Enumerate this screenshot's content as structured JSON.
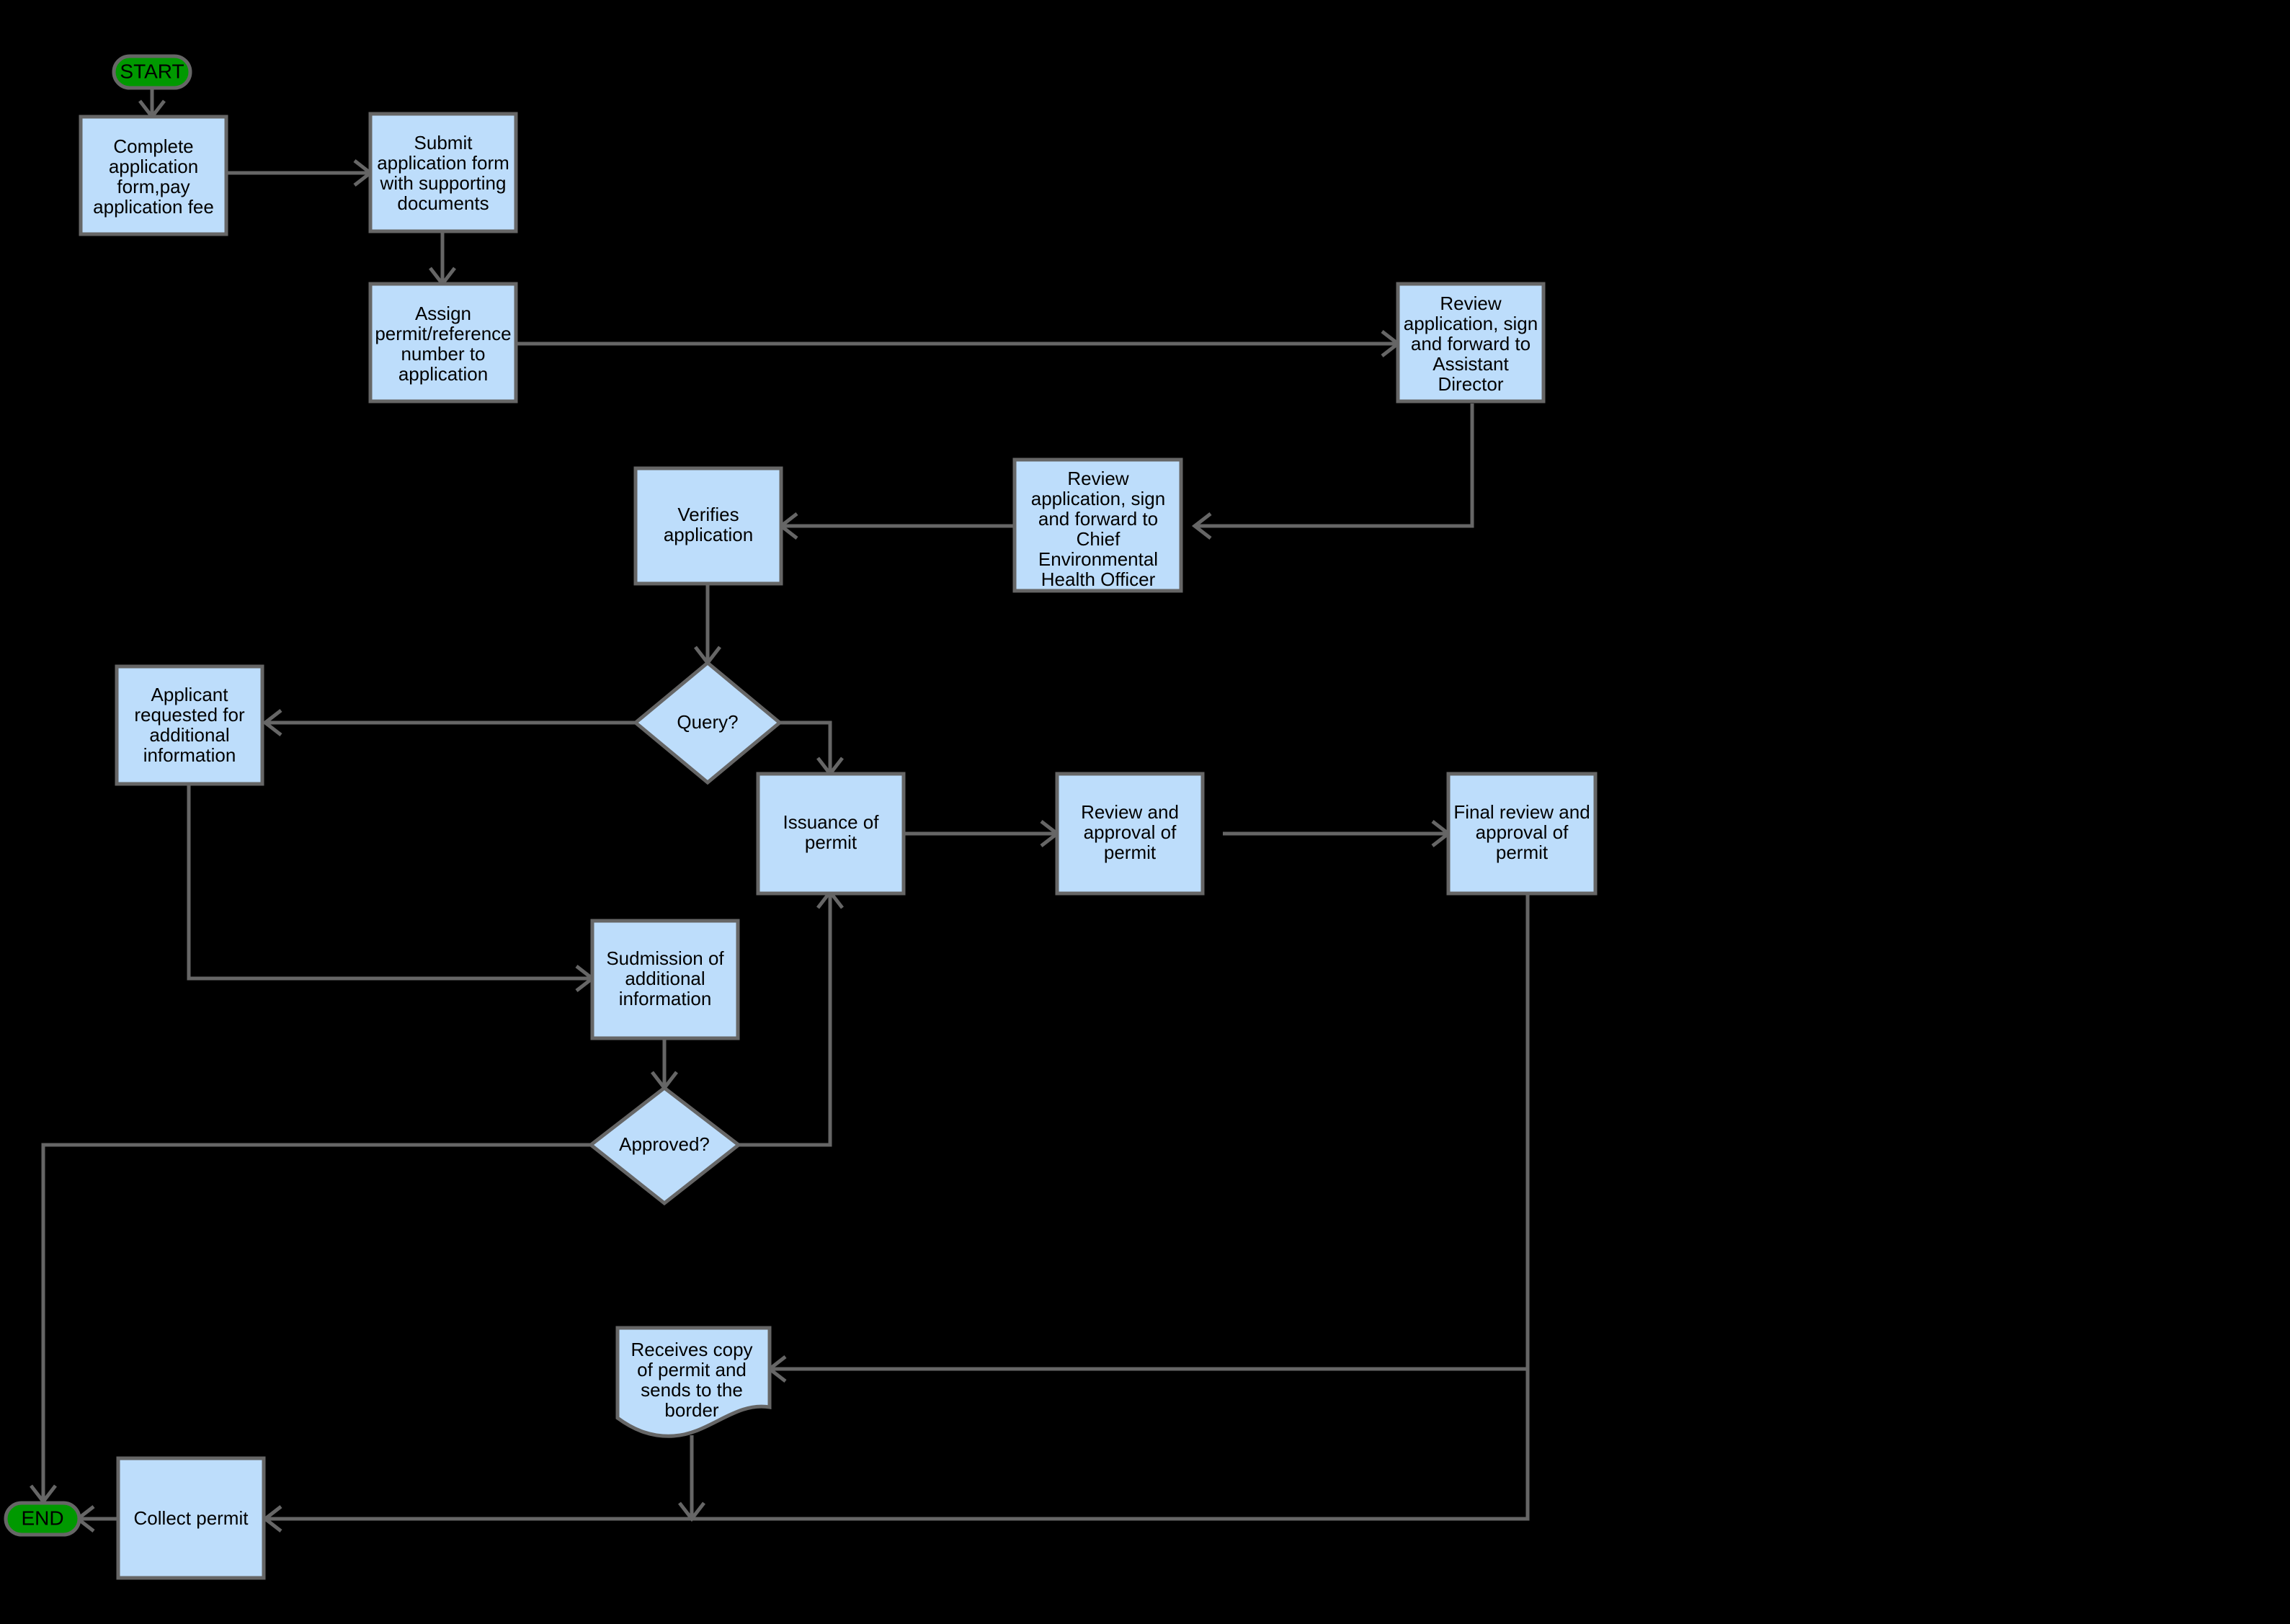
{
  "diagram": {
    "title": "Permit Application Process Flowchart",
    "background_color": "#000000",
    "node_fill_color": "#bdddfb",
    "node_border_color": "#666666",
    "terminator_fill_color": "#009900",
    "connector_color": "#666666",
    "text_color": "#000000"
  },
  "nodes": [
    {
      "id": "start",
      "shape": "terminator",
      "label": "START",
      "lines": [
        "START"
      ]
    },
    {
      "id": "complete-application",
      "shape": "process",
      "label": "Complete application form,pay application fee",
      "lines": [
        "Complete",
        "application",
        "form,pay",
        "application fee"
      ]
    },
    {
      "id": "submit-application",
      "shape": "process",
      "label": "Submit application form with supporting documents",
      "lines": [
        "Submit",
        "application form",
        "with supporting",
        "documents"
      ]
    },
    {
      "id": "assign-permit-number",
      "shape": "process",
      "label": "Assign permit/reference number to application",
      "lines": [
        "Assign",
        "permit/reference",
        "number to",
        "application"
      ]
    },
    {
      "id": "review-assistant-director",
      "shape": "process",
      "label": "Review application, sign and forward to Assistant Director",
      "lines": [
        "Review",
        "application, sign",
        "and forward to",
        "Assistant",
        "Director"
      ]
    },
    {
      "id": "review-chief-environmental-health-officer",
      "shape": "process",
      "label": "Review application, sign and forward to Chief Environmental Health Officer",
      "lines": [
        "Review",
        "application, sign",
        "and forward to",
        "Chief",
        "Environmental",
        "Health Officer"
      ]
    },
    {
      "id": "verifies-application",
      "shape": "process",
      "label": "Verifies application",
      "lines": [
        "Verifies",
        "application"
      ]
    },
    {
      "id": "query-decision",
      "shape": "decision",
      "label": "Query?",
      "lines": [
        "Query?"
      ]
    },
    {
      "id": "applicant-requested-info",
      "shape": "process",
      "label": "Applicant requested for additional information",
      "lines": [
        "Applicant",
        "requested for",
        "additional",
        "information"
      ]
    },
    {
      "id": "submission-additional-information",
      "shape": "process",
      "label": "Sudmission of additional information",
      "lines": [
        "Sudmission of",
        "additional",
        "information"
      ]
    },
    {
      "id": "approved-decision",
      "shape": "decision",
      "label": "Approved?",
      "lines": [
        "Approved?"
      ]
    },
    {
      "id": "issuance-of-permit",
      "shape": "process",
      "label": "Issuance of permit",
      "lines": [
        "Issuance of",
        "permit"
      ]
    },
    {
      "id": "review-approval-permit",
      "shape": "process",
      "label": "Review and approval of permit",
      "lines": [
        "Review and",
        "approval of",
        "permit"
      ]
    },
    {
      "id": "final-review-approval-permit",
      "shape": "process",
      "label": "Final review and approval of permit",
      "lines": [
        "Final review and",
        "approval of",
        "permit"
      ]
    },
    {
      "id": "receives-copy-of-permit",
      "shape": "document",
      "label": "Receives copy of permit and sends to the border",
      "lines": [
        "Receives copy",
        "of permit and",
        "sends to the",
        "border"
      ]
    },
    {
      "id": "collect-permit",
      "shape": "process",
      "label": "Collect permit",
      "lines": [
        "Collect permit"
      ]
    },
    {
      "id": "end",
      "shape": "terminator",
      "label": "END",
      "lines": [
        "END"
      ]
    }
  ],
  "edges": [
    {
      "from": "start",
      "to": "complete-application",
      "label": ""
    },
    {
      "from": "complete-application",
      "to": "submit-application",
      "label": ""
    },
    {
      "from": "submit-application",
      "to": "assign-permit-number",
      "label": ""
    },
    {
      "from": "assign-permit-number",
      "to": "review-assistant-director",
      "label": ""
    },
    {
      "from": "review-assistant-director",
      "to": "review-chief-environmental-health-officer",
      "label": ""
    },
    {
      "from": "review-chief-environmental-health-officer",
      "to": "verifies-application",
      "label": ""
    },
    {
      "from": "verifies-application",
      "to": "query-decision",
      "label": ""
    },
    {
      "from": "query-decision",
      "to": "applicant-requested-info",
      "label": ""
    },
    {
      "from": "query-decision",
      "to": "issuance-of-permit",
      "label": ""
    },
    {
      "from": "applicant-requested-info",
      "to": "submission-additional-information",
      "label": ""
    },
    {
      "from": "submission-additional-information",
      "to": "approved-decision",
      "label": ""
    },
    {
      "from": "approved-decision",
      "to": "issuance-of-permit",
      "label": ""
    },
    {
      "from": "approved-decision",
      "to": "end",
      "label": ""
    },
    {
      "from": "issuance-of-permit",
      "to": "review-approval-permit",
      "label": ""
    },
    {
      "from": "review-approval-permit",
      "to": "final-review-approval-permit",
      "label": ""
    },
    {
      "from": "final-review-approval-permit",
      "to": "receives-copy-of-permit",
      "label": ""
    },
    {
      "from": "final-review-approval-permit",
      "to": "collect-permit",
      "label": ""
    },
    {
      "from": "receives-copy-of-permit",
      "to": "collect-permit",
      "label": ""
    },
    {
      "from": "collect-permit",
      "to": "end",
      "label": ""
    }
  ]
}
